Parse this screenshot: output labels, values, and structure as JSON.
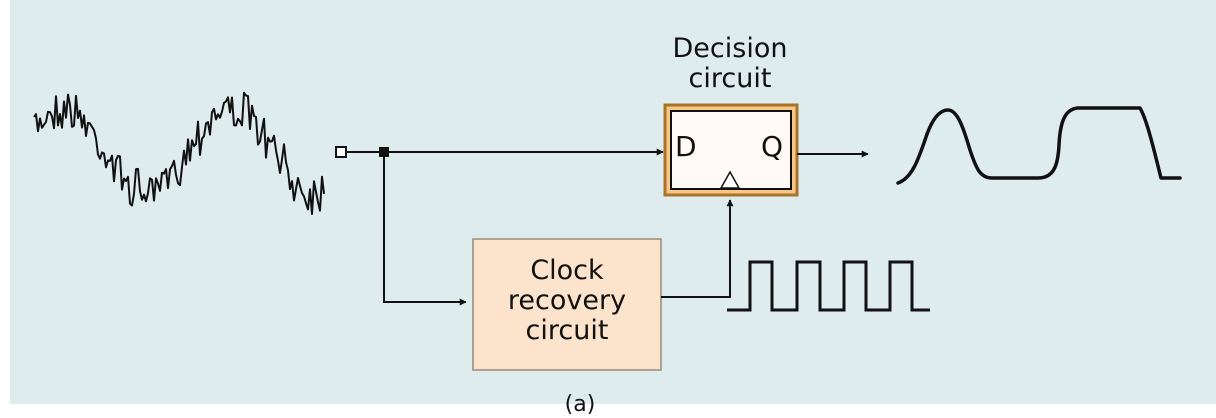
{
  "decision_circuit": {
    "title_line1": "Decision",
    "title_line2": "circuit",
    "input_pin": "D",
    "output_pin": "Q"
  },
  "clock_recovery": {
    "line1": "Clock",
    "line2": "recovery",
    "line3": "circuit"
  },
  "caption": "(a)",
  "colors": {
    "panel_background": "#deeced",
    "block_fill": "#fbe3cc",
    "block_border": "#9a8a7a",
    "decision_outer_border": "#a8722a",
    "decision_inner_fill": "#fffaf5",
    "line": "#111111"
  }
}
